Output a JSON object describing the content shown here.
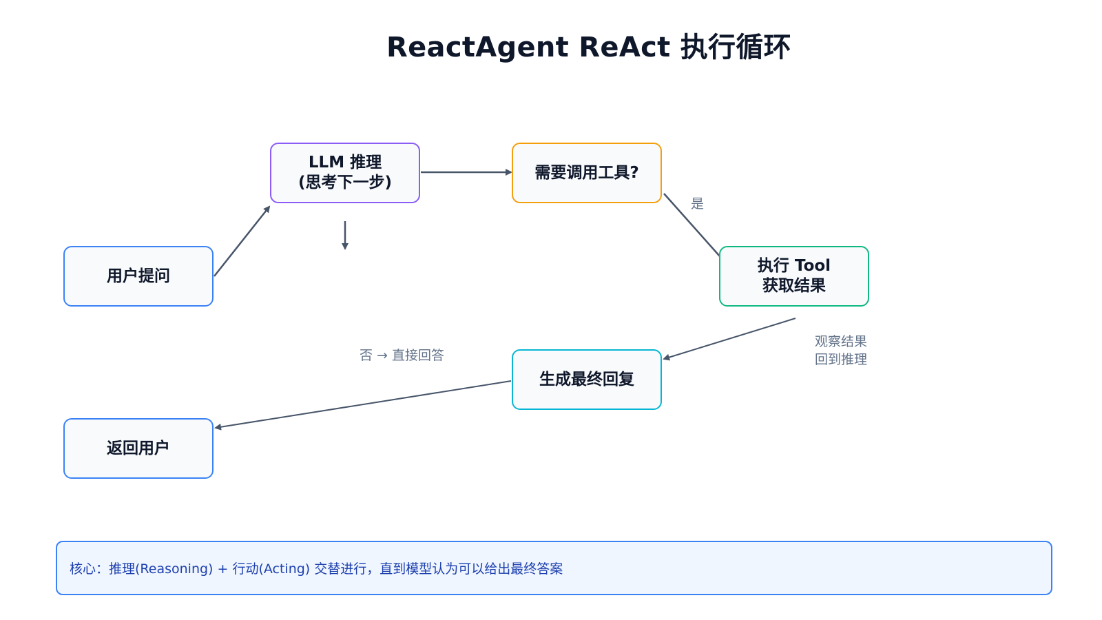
{
  "title": "ReactAgent ReAct 执行循环",
  "colors": {
    "blue": "#3b82f6",
    "purple": "#8b5cf6",
    "orange": "#f59e0b",
    "green": "#10b981",
    "cyan": "#06b6d4",
    "arrow": "#475569"
  },
  "nodes": {
    "user_question": {
      "line1": "用户提问"
    },
    "llm_reasoning": {
      "line1": "LLM 推理",
      "line2": "(思考下一步)"
    },
    "need_tool": {
      "line1": "需要调用工具?"
    },
    "execute_tool": {
      "line1": "执行 Tool",
      "line2": "获取结果"
    },
    "generate_reply": {
      "line1": "生成最终回复"
    },
    "return_user": {
      "line1": "返回用户"
    }
  },
  "edge_labels": {
    "yes": "是",
    "no": "否 → 直接回答",
    "observe_line1": "观察结果",
    "observe_line2": "回到推理"
  },
  "note": "核心：推理(Reasoning) + 行动(Acting) 交替进行，直到模型认为可以给出最终答案"
}
